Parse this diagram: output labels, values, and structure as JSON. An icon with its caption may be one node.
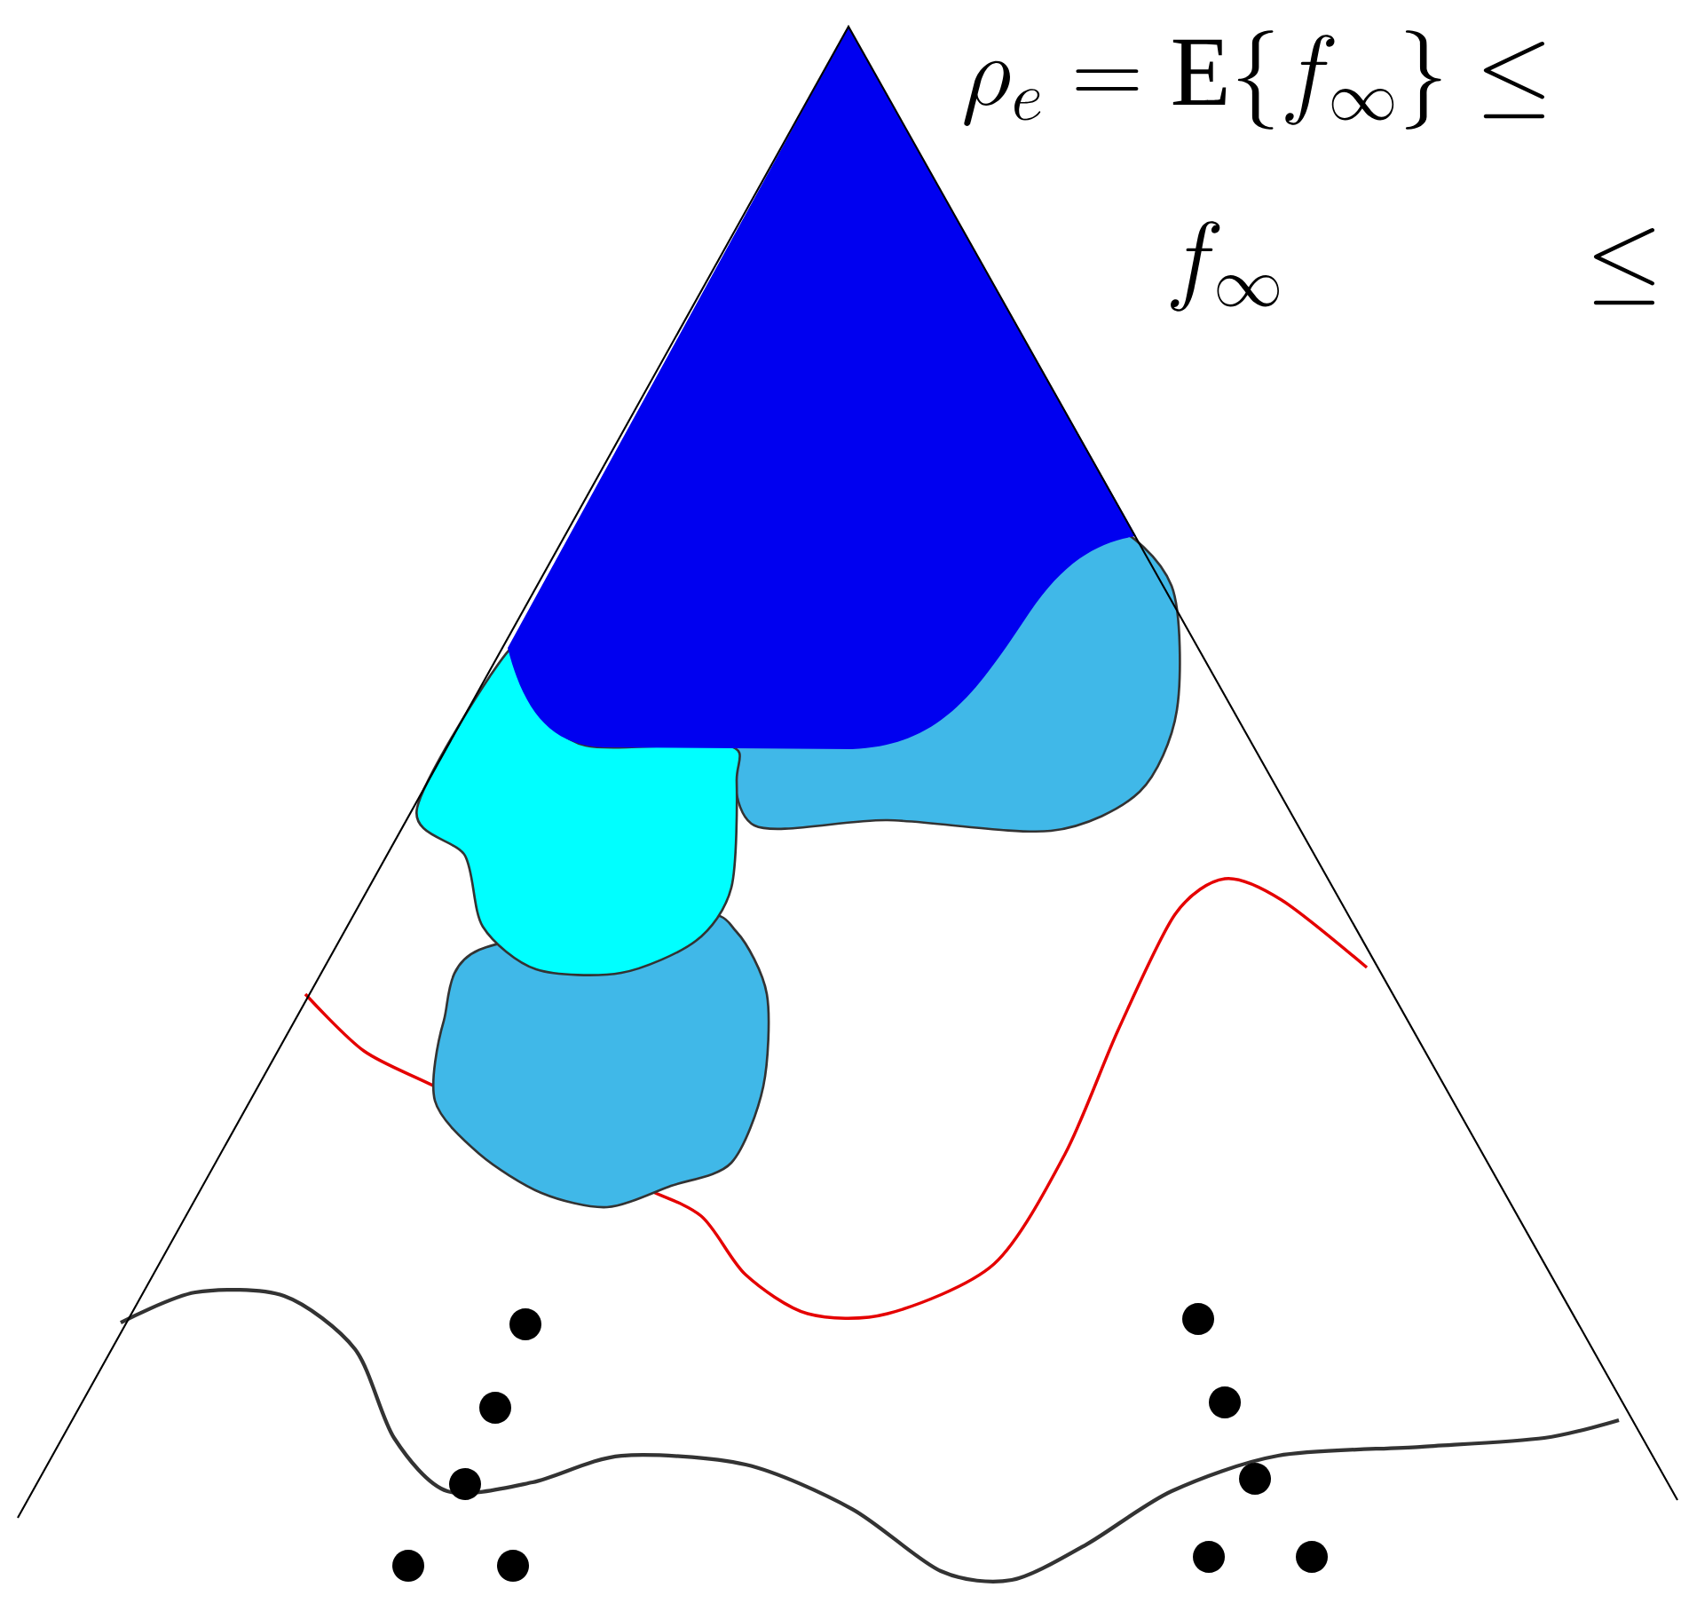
{
  "diagram": {
    "labels": [
      "\\rho_e = \\mathrm{E}\\{f_\\infty\\} \\leq",
      "f_\\infty",
      "\\leq"
    ]
  }
}
